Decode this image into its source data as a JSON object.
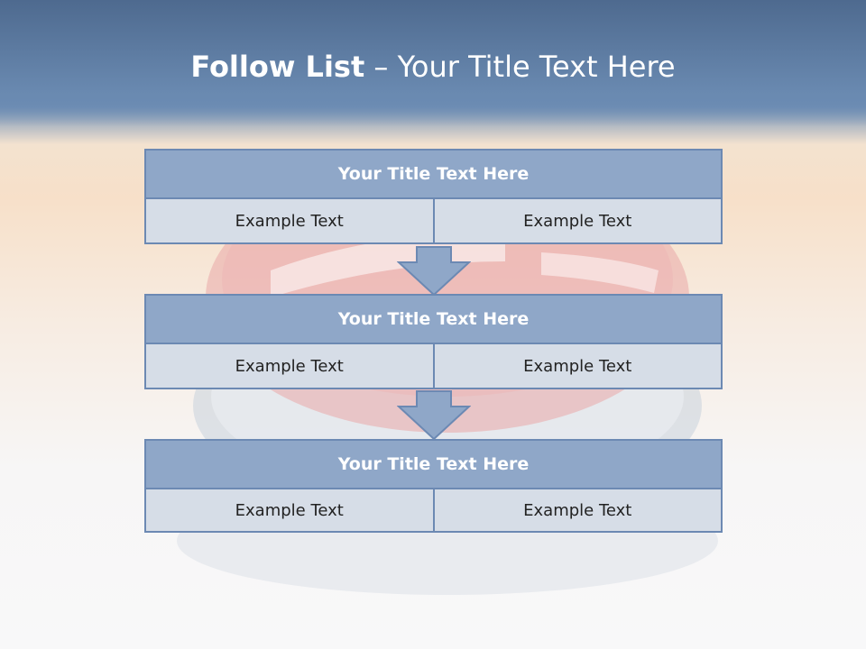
{
  "slide": {
    "title_bold": "Follow List",
    "title_rest": " – Your Title Text Here"
  },
  "blocks": [
    {
      "title": "Your Title Text Here",
      "left": "Example Text",
      "right": "Example Text"
    },
    {
      "title": "Your Title Text Here",
      "left": "Example Text",
      "right": "Example Text"
    },
    {
      "title": "Your Title Text Here",
      "left": "Example Text",
      "right": "Example Text"
    }
  ],
  "colors": {
    "header": "#5b789f",
    "title_bar": "#8fa7c8",
    "cell": "#d6dde7",
    "border": "#6c89b3"
  }
}
